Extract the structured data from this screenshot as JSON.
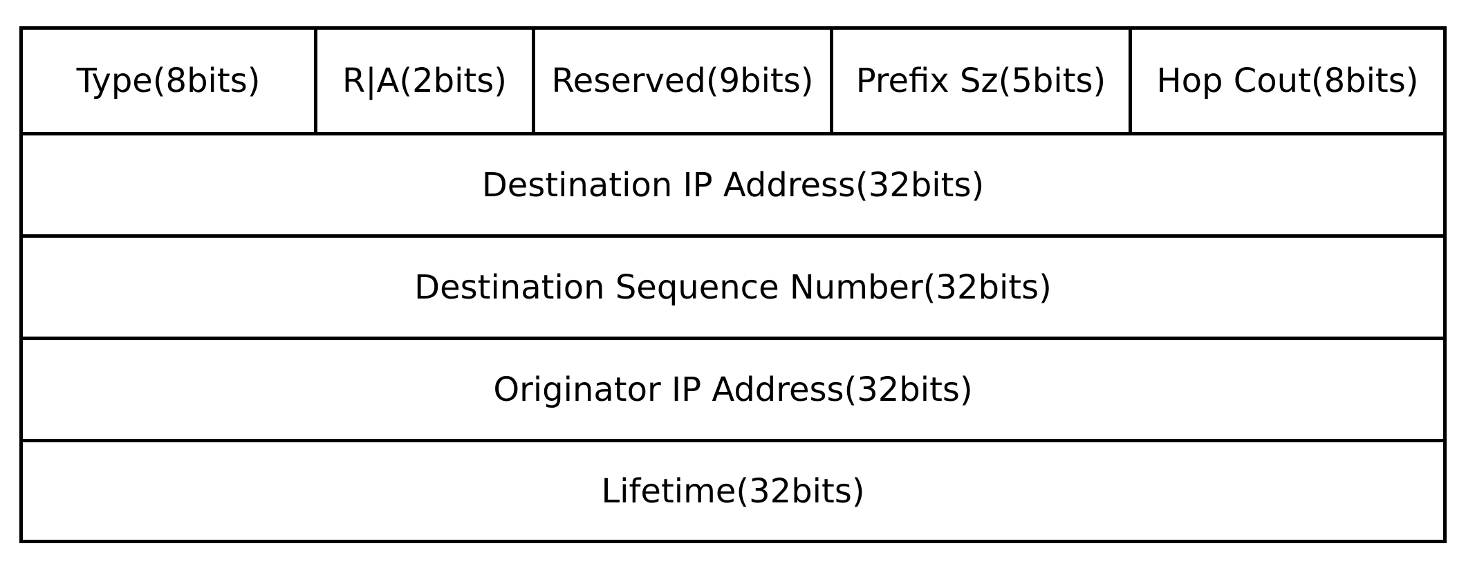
{
  "header_fields": [
    {
      "label": "Type(8bits)"
    },
    {
      "label": "R|A(2bits)"
    },
    {
      "label": "Reserved(9bits)"
    },
    {
      "label": "Prefix Sz(5bits)"
    },
    {
      "label": "Hop Cout(8bits)"
    }
  ],
  "fields": {
    "destination_ip": "Destination IP Address(32bits)",
    "destination_seq": "Destination Sequence Number(32bits)",
    "originator_ip": "Originator IP Address(32bits)",
    "lifetime": "Lifetime(32bits)"
  },
  "colors": {
    "border": "#000000",
    "background": "#ffffff",
    "text": "#000000"
  }
}
